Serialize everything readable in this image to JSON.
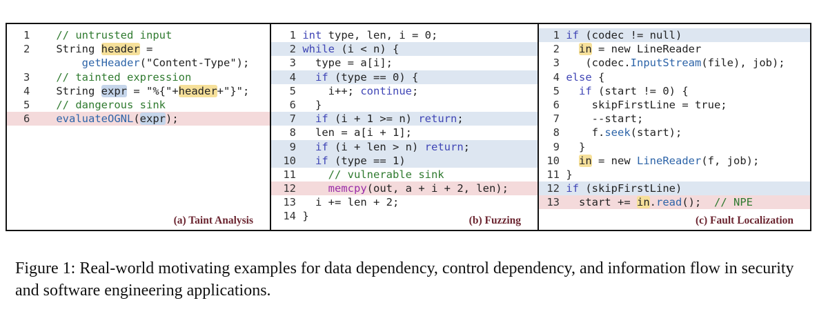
{
  "panels": {
    "a": {
      "label": "(a) Taint Analysis",
      "lines": [
        {
          "n": "1",
          "hl": "",
          "tokens": [
            {
              "t": "// untrusted input",
              "c": "cm"
            }
          ]
        },
        {
          "n": "2",
          "hl": "",
          "tokens": [
            {
              "t": "String "
            },
            {
              "t": "header",
              "c": "mark"
            },
            {
              "t": " ="
            }
          ]
        },
        {
          "n": "",
          "hl": "",
          "tokens": [
            {
              "t": "    "
            },
            {
              "t": "getHeader",
              "c": "fn"
            },
            {
              "t": "(\"Content-Type\");"
            }
          ]
        },
        {
          "n": "3",
          "hl": "",
          "tokens": [
            {
              "t": "// tainted expression",
              "c": "cm"
            }
          ]
        },
        {
          "n": "4",
          "hl": "",
          "tokens": [
            {
              "t": "String "
            },
            {
              "t": "expr",
              "c": "mark-b"
            },
            {
              "t": " = \"%{\"+"
            },
            {
              "t": "header",
              "c": "mark"
            },
            {
              "t": "+\"}\";"
            }
          ]
        },
        {
          "n": "5",
          "hl": "",
          "tokens": [
            {
              "t": "// dangerous sink",
              "c": "cm"
            }
          ]
        },
        {
          "n": "6",
          "hl": "red",
          "tokens": [
            {
              "t": "evaluateOGNL",
              "c": "fn"
            },
            {
              "t": "("
            },
            {
              "t": "expr",
              "c": "mark-b"
            },
            {
              "t": ");"
            }
          ]
        }
      ]
    },
    "b": {
      "label": "(b) Fuzzing",
      "lines": [
        {
          "n": "1",
          "hl": "",
          "tokens": [
            {
              "t": "int",
              "c": "kw"
            },
            {
              "t": " type, len, i = 0;"
            }
          ]
        },
        {
          "n": "2",
          "hl": "blue",
          "tokens": [
            {
              "t": "while",
              "c": "kw"
            },
            {
              "t": " (i < n) {"
            }
          ]
        },
        {
          "n": "3",
          "hl": "",
          "tokens": [
            {
              "t": "  type = a[i];"
            }
          ]
        },
        {
          "n": "4",
          "hl": "blue",
          "tokens": [
            {
              "t": "  "
            },
            {
              "t": "if",
              "c": "kw"
            },
            {
              "t": " (type == 0) {"
            }
          ]
        },
        {
          "n": "5",
          "hl": "",
          "tokens": [
            {
              "t": "    i++; "
            },
            {
              "t": "continue",
              "c": "kw"
            },
            {
              "t": ";"
            }
          ]
        },
        {
          "n": "6",
          "hl": "",
          "tokens": [
            {
              "t": "  }"
            }
          ]
        },
        {
          "n": "7",
          "hl": "blue",
          "tokens": [
            {
              "t": "  "
            },
            {
              "t": "if",
              "c": "kw"
            },
            {
              "t": " (i + 1 >= n) "
            },
            {
              "t": "return",
              "c": "kw"
            },
            {
              "t": ";"
            }
          ]
        },
        {
          "n": "8",
          "hl": "",
          "tokens": [
            {
              "t": "  len = a[i + 1];"
            }
          ]
        },
        {
          "n": "9",
          "hl": "blue",
          "tokens": [
            {
              "t": "  "
            },
            {
              "t": "if",
              "c": "kw"
            },
            {
              "t": " (i + len > n) "
            },
            {
              "t": "return",
              "c": "kw"
            },
            {
              "t": ";"
            }
          ]
        },
        {
          "n": "10",
          "hl": "blue",
          "tokens": [
            {
              "t": "  "
            },
            {
              "t": "if",
              "c": "kw"
            },
            {
              "t": " (type == 1)"
            }
          ]
        },
        {
          "n": "11",
          "hl": "",
          "tokens": [
            {
              "t": "    "
            },
            {
              "t": "// vulnerable sink",
              "c": "cm"
            }
          ]
        },
        {
          "n": "12",
          "hl": "red",
          "tokens": [
            {
              "t": "    "
            },
            {
              "t": "memcpy",
              "c": "pu"
            },
            {
              "t": "(out, a + i + 2, len);"
            }
          ]
        },
        {
          "n": "13",
          "hl": "",
          "tokens": [
            {
              "t": "  i += len + 2;"
            }
          ]
        },
        {
          "n": "14",
          "hl": "",
          "tokens": [
            {
              "t": "}"
            }
          ]
        }
      ]
    },
    "c": {
      "label": "(c) Fault Localization",
      "lines": [
        {
          "n": "1",
          "hl": "blue",
          "tokens": [
            {
              "t": "if",
              "c": "kw"
            },
            {
              "t": " (codec != null)"
            }
          ]
        },
        {
          "n": "2",
          "hl": "",
          "tokens": [
            {
              "t": "  "
            },
            {
              "t": "in",
              "c": "mark"
            },
            {
              "t": " = new LineReader"
            }
          ]
        },
        {
          "n": "3",
          "hl": "",
          "tokens": [
            {
              "t": "   (codec."
            },
            {
              "t": "InputStream",
              "c": "fn"
            },
            {
              "t": "(file), job);"
            }
          ]
        },
        {
          "n": "4",
          "hl": "",
          "tokens": [
            {
              "t": "else",
              "c": "kw"
            },
            {
              "t": " {"
            }
          ]
        },
        {
          "n": "5",
          "hl": "",
          "tokens": [
            {
              "t": "  "
            },
            {
              "t": "if",
              "c": "kw"
            },
            {
              "t": " (start != 0) {"
            }
          ]
        },
        {
          "n": "6",
          "hl": "",
          "tokens": [
            {
              "t": "    skipFirstLine = true;"
            }
          ]
        },
        {
          "n": "7",
          "hl": "",
          "tokens": [
            {
              "t": "    --start;"
            }
          ]
        },
        {
          "n": "8",
          "hl": "",
          "tokens": [
            {
              "t": "    f."
            },
            {
              "t": "seek",
              "c": "fn"
            },
            {
              "t": "(start);"
            }
          ]
        },
        {
          "n": "9",
          "hl": "",
          "tokens": [
            {
              "t": "  }"
            }
          ]
        },
        {
          "n": "10",
          "hl": "",
          "tokens": [
            {
              "t": "  "
            },
            {
              "t": "in",
              "c": "mark"
            },
            {
              "t": " = new "
            },
            {
              "t": "LineReader",
              "c": "fn"
            },
            {
              "t": "(f, job);"
            }
          ]
        },
        {
          "n": "11",
          "hl": "",
          "tokens": [
            {
              "t": "}"
            }
          ]
        },
        {
          "n": "12",
          "hl": "blue",
          "tokens": [
            {
              "t": "if",
              "c": "kw"
            },
            {
              "t": " (skipFirstLine)"
            }
          ]
        },
        {
          "n": "13",
          "hl": "red",
          "tokens": [
            {
              "t": "  start += "
            },
            {
              "t": "in",
              "c": "mark"
            },
            {
              "t": "."
            },
            {
              "t": "read",
              "c": "fn"
            },
            {
              "t": "();  "
            },
            {
              "t": "// NPE",
              "c": "cm"
            }
          ]
        }
      ]
    }
  },
  "caption": "Figure 1: Real-world motivating examples for data dependency, control dependency, and information flow in security and software engineering applications."
}
